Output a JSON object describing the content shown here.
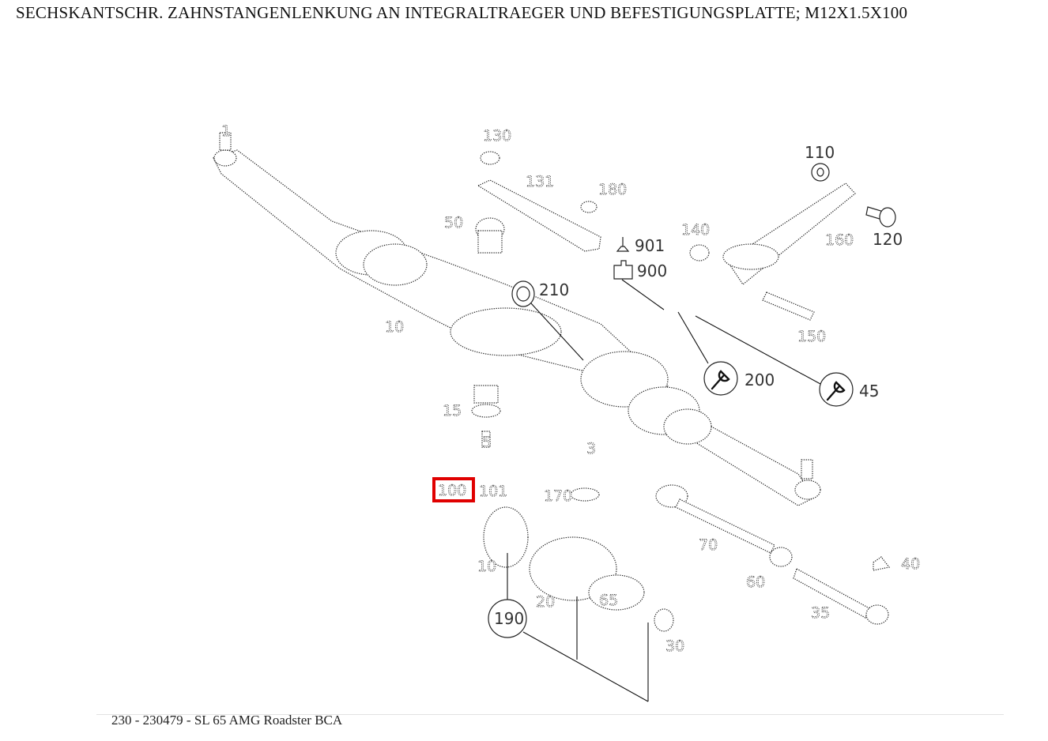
{
  "title": "SECHSKANTSCHR. ZAHNSTANGENLENKUNG AN INTEGRALTRAEGER UND BEFESTIGUNGSPLATTE; M12X1.5X100",
  "footer": "230 - 230479 - SL 65 AMG Roadster BCA",
  "highlight_color": "#e00000",
  "diagram": {
    "labels_clear": {
      "l110": "110",
      "l120": "120",
      "l901": "901",
      "l900": "900",
      "l210": "210",
      "l200": "200",
      "l45": "45",
      "l190": "190"
    },
    "labels_faded": {
      "l1": "1",
      "l130": "130",
      "l131": "131",
      "l180": "180",
      "l50": "50",
      "l140": "140",
      "l160": "160",
      "l10": "10",
      "l150": "150",
      "l15": "15",
      "l5": "5",
      "l3": "3",
      "l100": "100",
      "l101": "101",
      "l170": "170",
      "l10b": "10",
      "l20": "20",
      "l70": "70",
      "l60": "60",
      "l40": "40",
      "l30": "30",
      "l35": "35",
      "l65": "65"
    },
    "highlighted_label": "100",
    "icons": {
      "tool_icon_a": "wrench-icon",
      "tool_icon_b": "wrench-icon"
    }
  }
}
